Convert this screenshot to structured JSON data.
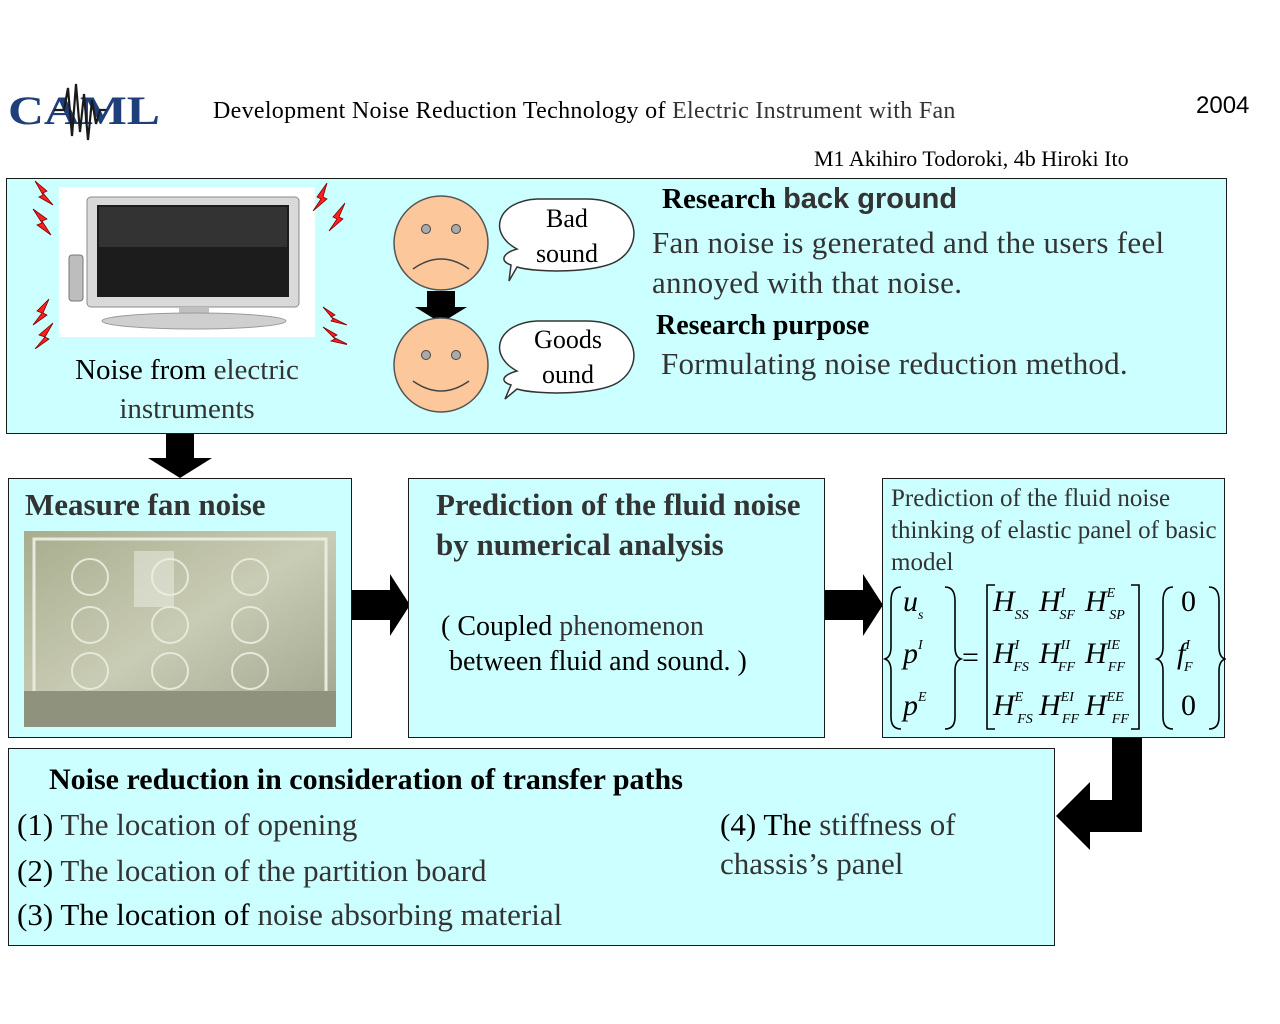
{
  "header": {
    "logo_text": "CAML",
    "title_prefix": "Development Noise Reduction Technology of ",
    "title_suffix": "Electric Instrument with Fan",
    "year": "2004",
    "authors": "M1 Akihiro Todoroki,  4b Hiroki Ito"
  },
  "background_panel": {
    "caption_prefix": "Noise from ",
    "caption_suffix": "electric instruments",
    "bubble_bad": [
      "Bad",
      "sound"
    ],
    "bubble_good": [
      "Goods",
      "ound"
    ],
    "bg_heading_bold": "Research ",
    "bg_heading_rest": "back ground",
    "bg_text": "Fan noise is generated and the users feel annoyed with that noise.",
    "purpose_heading": "Research purpose",
    "purpose_text": "Formulating noise reduction method."
  },
  "measure_panel": {
    "heading": "Measure fan noise"
  },
  "prediction_panel": {
    "heading": "Prediction of the fluid noise by numerical analysis",
    "sub_open": "( Coupled ",
    "sub_grey": "phenomenon",
    "sub_line2": "between fluid and sound. )"
  },
  "elastic_panel": {
    "text": "Prediction of the fluid noise thinking of elastic panel of basic model",
    "equation": {
      "lhs": [
        "u",
        "p",
        "p"
      ],
      "lhs_sub": [
        "s",
        "",
        ""
      ],
      "lhs_sup": [
        "",
        "I",
        "E"
      ],
      "matrix": [
        [
          {
            "b": "H",
            "sub": "SS",
            "sup": ""
          },
          {
            "b": "H",
            "sub": "SF",
            "sup": "I"
          },
          {
            "b": "H",
            "sub": "SP",
            "sup": "E"
          }
        ],
        [
          {
            "b": "H",
            "sub": "FS",
            "sup": "I"
          },
          {
            "b": "H",
            "sub": "FF",
            "sup": "II"
          },
          {
            "b": "H",
            "sub": "FF",
            "sup": "IE"
          }
        ],
        [
          {
            "b": "H",
            "sub": "FS",
            "sup": "E"
          },
          {
            "b": "H",
            "sub": "FF",
            "sup": "EI"
          },
          {
            "b": "H",
            "sub": "FF",
            "sup": "EE"
          }
        ]
      ],
      "rhs": [
        "0",
        "f",
        "0"
      ],
      "rhs_sub": [
        "",
        "F",
        ""
      ],
      "rhs_sup": [
        "",
        "I",
        ""
      ],
      "equals": "="
    }
  },
  "reduction_panel": {
    "heading": "Noise reduction in consideration of transfer paths",
    "items": [
      {
        "num": "(1) ",
        "text": "The location of opening"
      },
      {
        "num": "(2) ",
        "text": "The location of the partition board"
      },
      {
        "num": "(3) ",
        "text_black": "The location of ",
        "text": "noise absorbing material"
      },
      {
        "num": "(4) ",
        "text_black": "The ",
        "text": "stiffness of chassis’s panel"
      }
    ]
  },
  "colors": {
    "panel_bg": "#ccffff",
    "face_fill": "#fcc89b",
    "logo_blue": "#1e3f7a",
    "spark_red": "#ff1f1f",
    "text_grey": "#333333"
  }
}
